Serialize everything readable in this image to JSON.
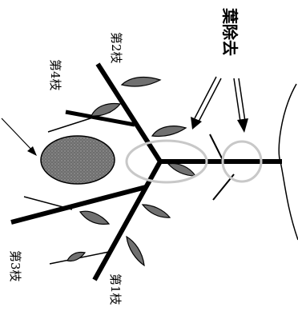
{
  "diagram": {
    "labels": {
      "branch1": "第1枝",
      "branch2": "第2枝",
      "branch3": "第3枝",
      "branch4": "第4枝",
      "bud_removal": "葉除去"
    },
    "colors": {
      "stroke": "#000000",
      "leaf_fill": "#707070",
      "circle_stroke": "#c8c8c8",
      "spotted_fill": "#6e6e6e",
      "background": "#ffffff"
    }
  }
}
